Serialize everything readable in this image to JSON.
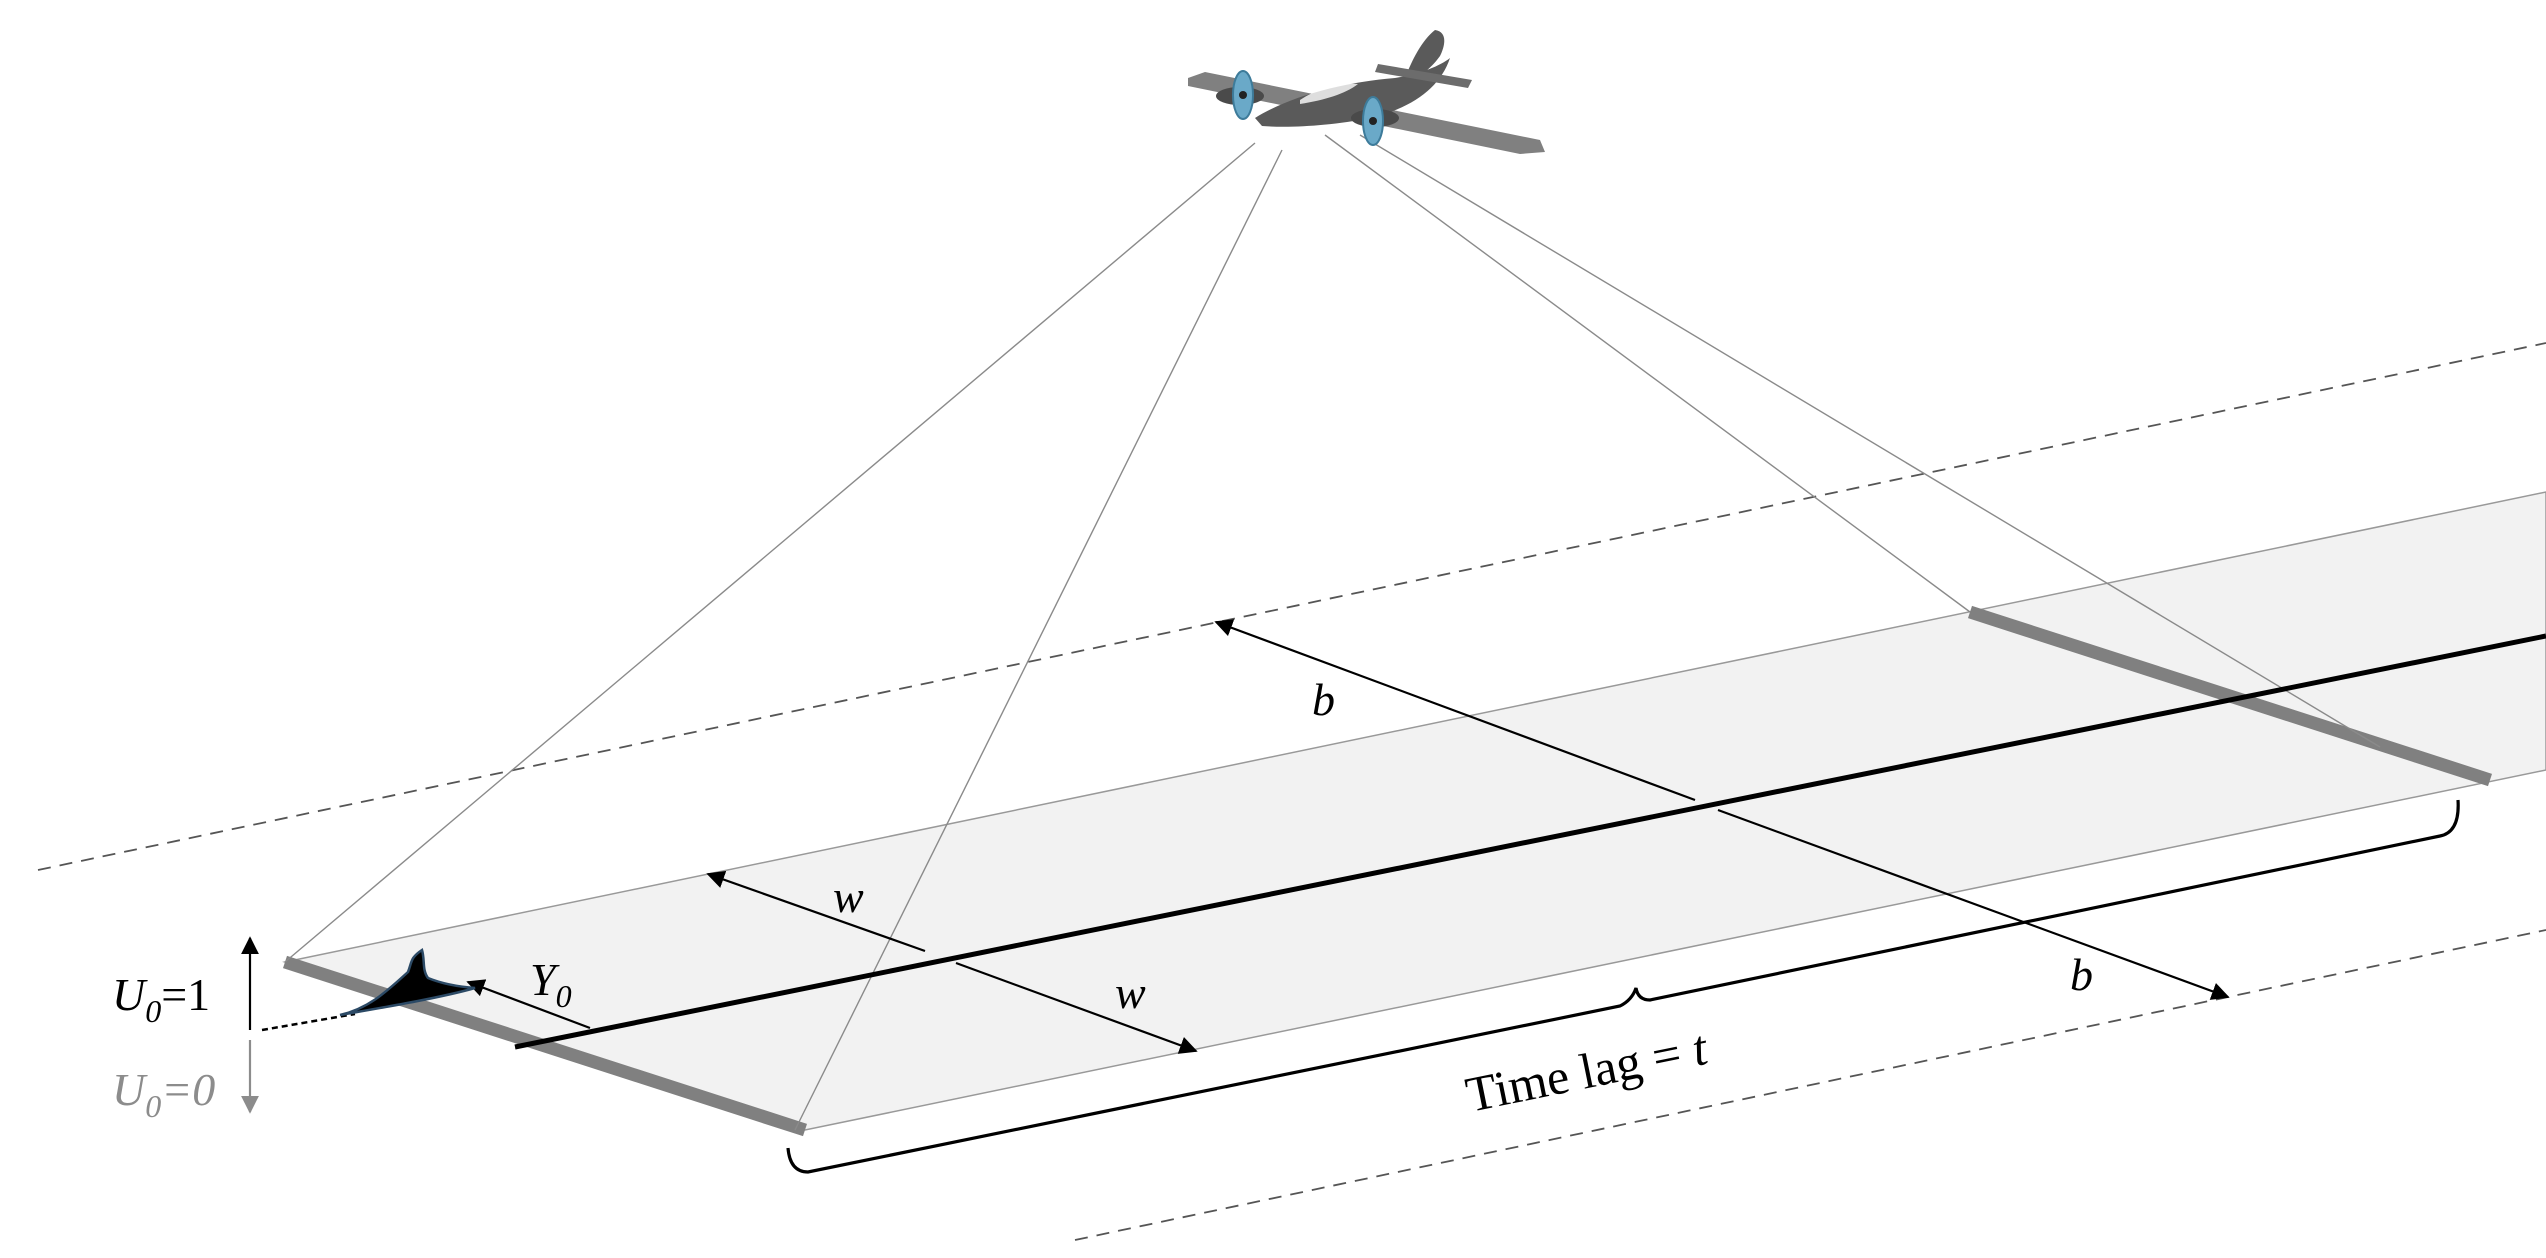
{
  "labels": {
    "b_upper": "b",
    "b_lower": "b",
    "w_upper": "w",
    "w_lower": "w",
    "y0_main": "Y",
    "y0_sub": "0",
    "u_up_main": "U",
    "u_up_sub": "0",
    "u_up_value": "=1",
    "u_down_main": "U",
    "u_down_sub": "0",
    "u_down_value": "=0",
    "time_lag_prefix": "Time lag = ",
    "time_lag_var": "t"
  },
  "colors": {
    "strip_fill": "#f2f2f2",
    "strip_edge_thick": "#808080",
    "track_line": "#000000",
    "view_lines": "#8a8a8a",
    "dashed_bounds": "#555555",
    "u0_zero_grey": "#8c8c8c",
    "aircraft_body": "#5a5a5a",
    "propeller": "#6aa9c8"
  },
  "icons": {
    "aircraft": "aircraft-icon",
    "animal": "dolphin-fin-icon"
  }
}
